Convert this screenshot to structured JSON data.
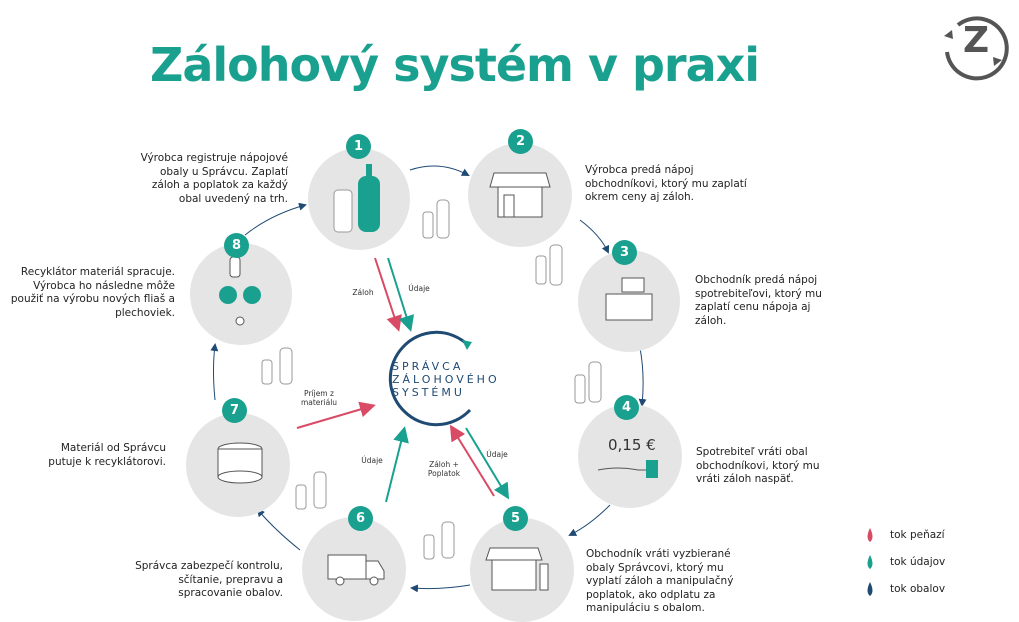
{
  "title": "Zálohový systém v praxi",
  "center_label": [
    "SPRÁVCA",
    "ZÁLOHOVÉHO",
    "SYSTÉMU"
  ],
  "steps": [
    {
      "num": "1",
      "text": "Výrobca registruje nápojové obaly  u Správcu. Zaplatí záloh a poplatok za každý obal uvedený na trh."
    },
    {
      "num": "2",
      "text": "Výrobca predá nápoj obchodníkovi, ktorý mu zaplatí okrem ceny aj záloh."
    },
    {
      "num": "3",
      "text": "Obchodník predá nápoj spotrebiteľovi, ktorý mu zaplatí cenu nápoja  aj záloh."
    },
    {
      "num": "4",
      "text": "Spotrebiteľ vráti obal obchodníkovi, ktorý mu vráti záloh naspäť.",
      "price": "0,15 €"
    },
    {
      "num": "5",
      "text": "Obchodník vráti vyzbierané obaly Správcovi, ktorý mu vyplatí záloh a manipulačný poplatok, ako odplatu za manipuláciu s obalom."
    },
    {
      "num": "6",
      "text": "Správca zabezpečí kontrolu, sčítanie, prepravu a spracovanie obalov."
    },
    {
      "num": "7",
      "text": "Materiál od Správcu putuje k recyklátorovi."
    },
    {
      "num": "8",
      "text": "Recyklátor materiál spracuje. Výrobca ho následne môže použiť na výrobu nových fliaš a plechoviek."
    }
  ],
  "flow_labels": {
    "zaloh_1": "Záloh",
    "udaje_1": "Údaje",
    "prijem": "Príjem z materiálu",
    "udaje_6": "Údaje",
    "zaloh_poplatok": "Záloh + Poplatok",
    "udaje_5": "Údaje"
  },
  "legend": [
    {
      "label": "tok peňazí",
      "color": "#d94a64"
    },
    {
      "label": "tok údajov",
      "color": "#1aa08f"
    },
    {
      "label": "tok obalov",
      "color": "#1f4a73"
    }
  ],
  "logo": "Z"
}
